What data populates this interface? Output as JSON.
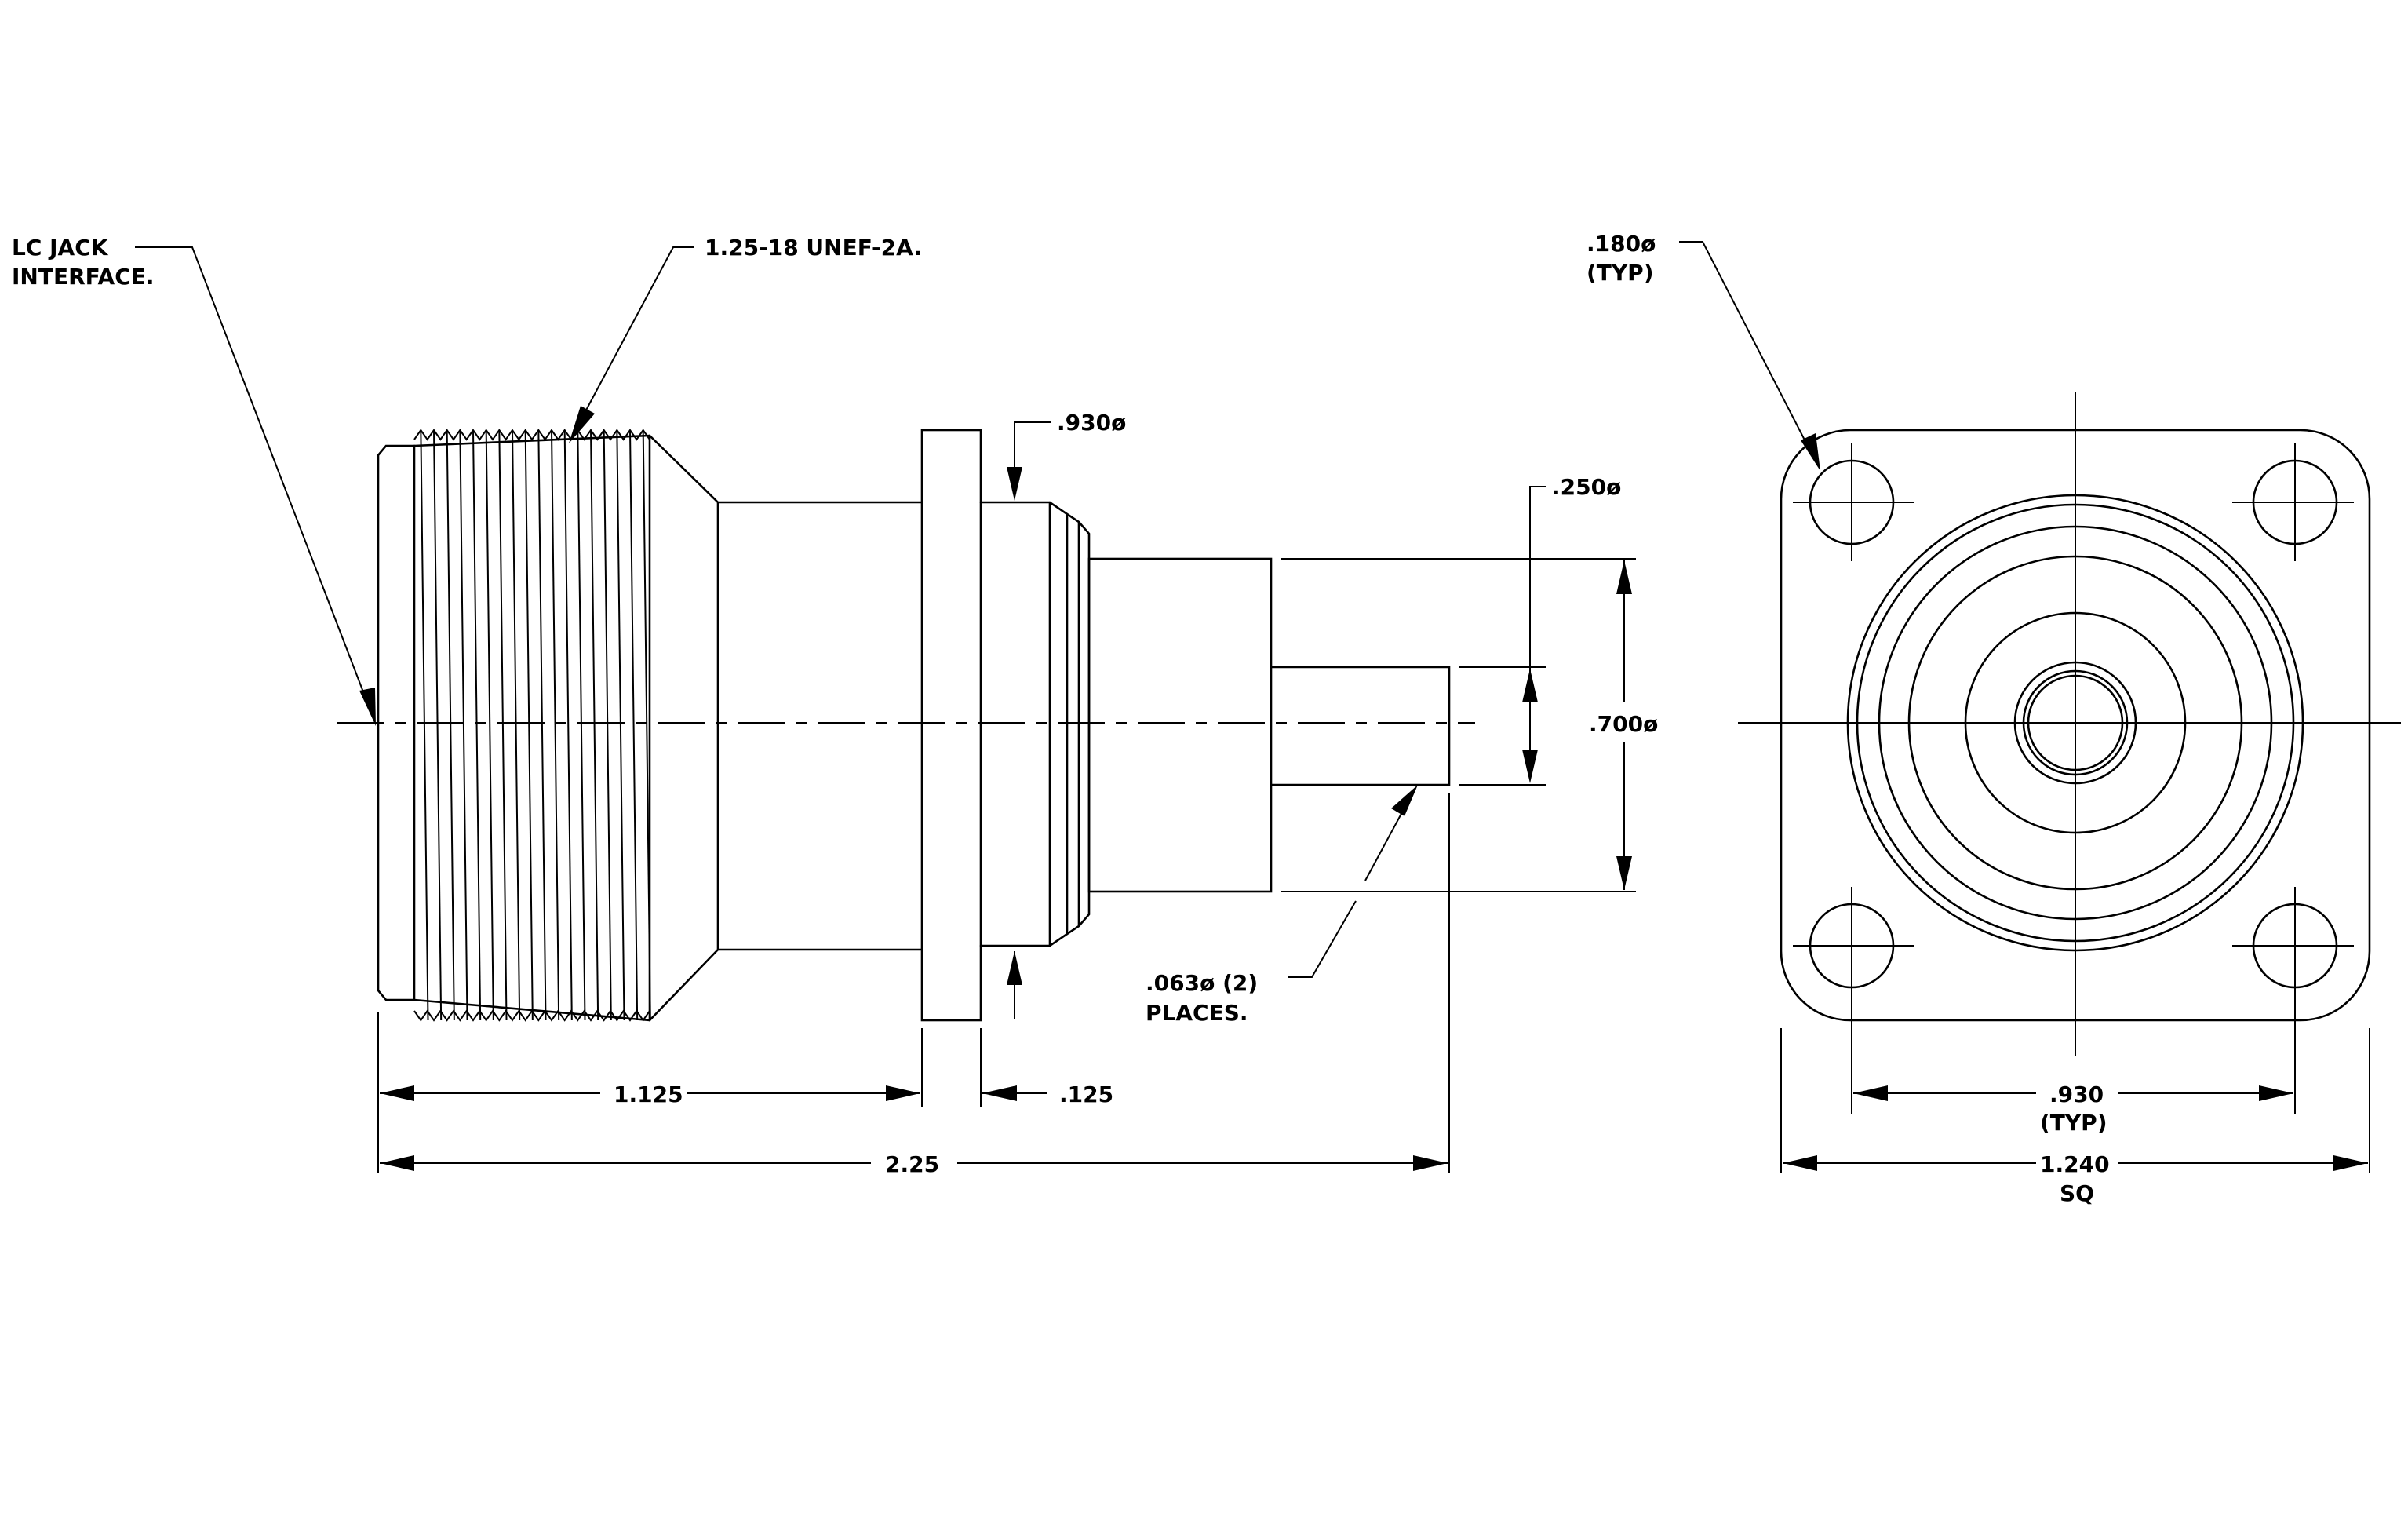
{
  "labels": {
    "lc_jack_1": "LC JACK",
    "lc_jack_2": "INTERFACE.",
    "thread": "1.25-18 UNEF-2A.",
    "dia_930": ".930ø",
    "dia_250": ".250ø",
    "dia_700": ".700ø",
    "dia_063_1": ".063ø (2)",
    "dia_063_2": "PLACES.",
    "len_1125": "1.125",
    "len_125": ".125",
    "len_225": "2.25",
    "hole_180_1": ".180ø",
    "hole_180_2": "(TYP)",
    "bolt_930_1": ".930",
    "bolt_930_2": "(TYP)",
    "sq_1240_1": "1.240",
    "sq_1240_2": "SQ"
  }
}
